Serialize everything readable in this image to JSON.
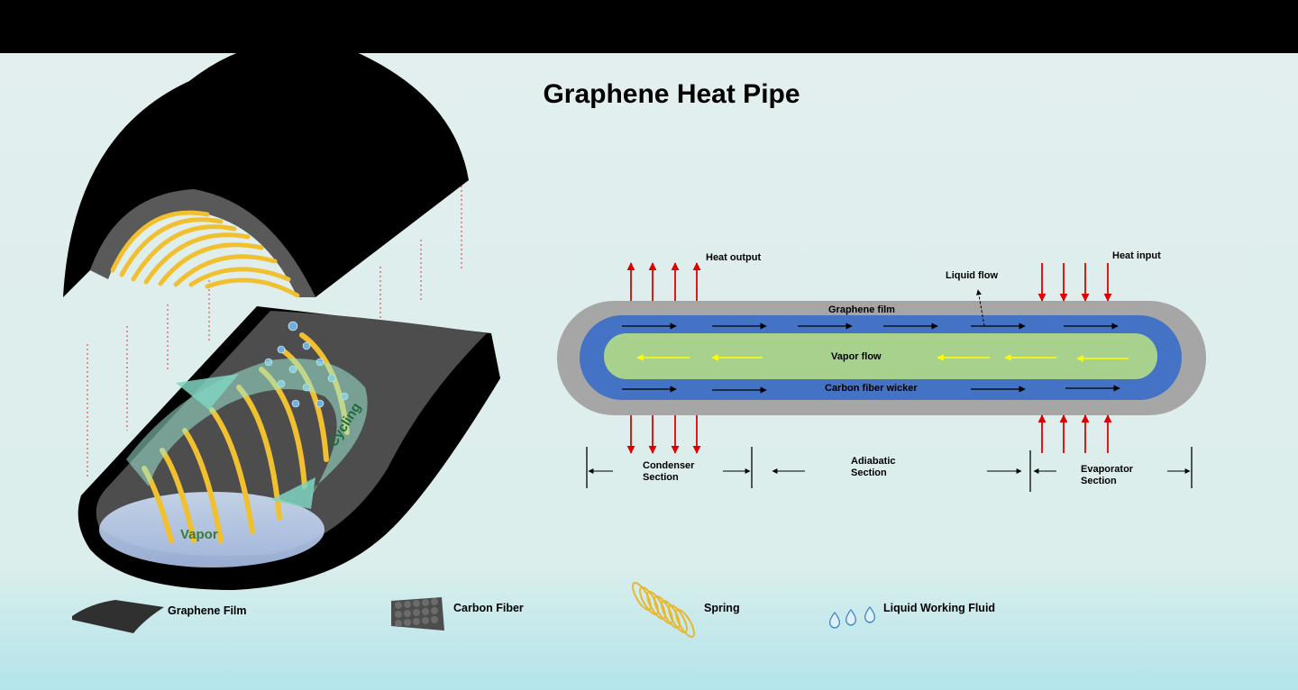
{
  "title": "Graphene Heat Pipe",
  "illustration": {
    "cycling_label": "Cycling",
    "vapor_label": "Vapor"
  },
  "schematic": {
    "heat_output": "Heat output",
    "heat_input": "Heat input",
    "liquid_flow": "Liquid flow",
    "graphene_film": "Graphene film",
    "vapor_flow": "Vapor flow",
    "carbon_fiber_wicker": "Carbon fiber wicker",
    "condenser_line1": "Condenser",
    "condenser_line2": "Section",
    "adiabatic_line1": "Adiabatic",
    "adiabatic_line2": "Section",
    "evaporator_line1": "Evaporator",
    "evaporator_line2": "Section"
  },
  "legend": {
    "graphene_film": "Graphene Film",
    "carbon_fiber": "Carbon Fiber",
    "spring": "Spring",
    "liquid_working_fluid": "Liquid Working Fluid"
  },
  "colors": {
    "outer_shell": "#a6a6a6",
    "wick_layer": "#4472c4",
    "vapor_core": "#a9d18e",
    "heat_arrow": "#e00000",
    "vapor_arrow": "#ffff00",
    "spring": "#f0c030"
  }
}
